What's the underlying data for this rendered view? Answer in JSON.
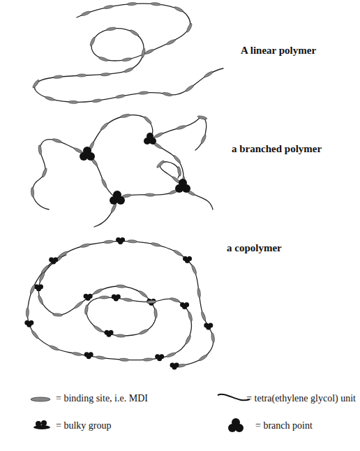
{
  "diagram": {
    "labels": [
      "A linear polymer",
      "a branched polymer",
      "a copolymer"
    ],
    "legend": [
      {
        "text": "= binding site, i.e. MDI"
      },
      {
        "text": "= tetra(ethylene glycol) unit"
      },
      {
        "text": "= bulky group"
      },
      {
        "text": "= branch point"
      }
    ]
  }
}
